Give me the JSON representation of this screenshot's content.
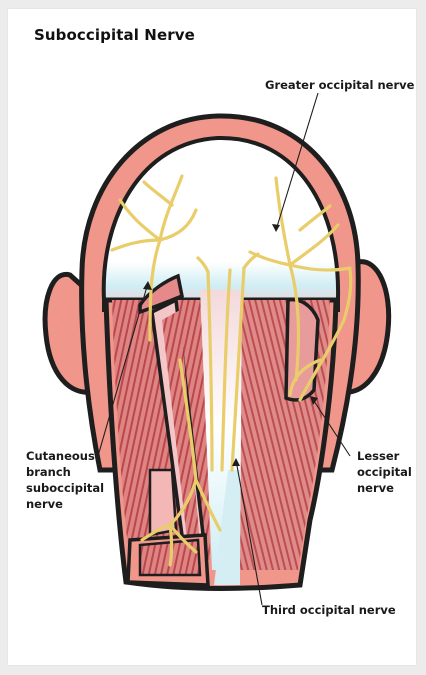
{
  "title": "Suboccipital Nerve",
  "labels": {
    "greater_occipital": "Greater occipital nerve",
    "cutaneous": [
      "Cutaneous",
      "branch",
      "suboccipital",
      "nerve"
    ],
    "lesser_occipital": [
      "Lesser",
      "occipital",
      "nerve"
    ],
    "third_occipital": "Third occipital nerve"
  },
  "colors": {
    "skin": "#f0968a",
    "skin_edge": "#1e1e1e",
    "muscle": "#dc7e7c",
    "muscle_stripe": "#b74a4c",
    "nerve": "#e9cd6a",
    "scalp": "#ffffff",
    "fascia_blue": "#d4eef3"
  }
}
